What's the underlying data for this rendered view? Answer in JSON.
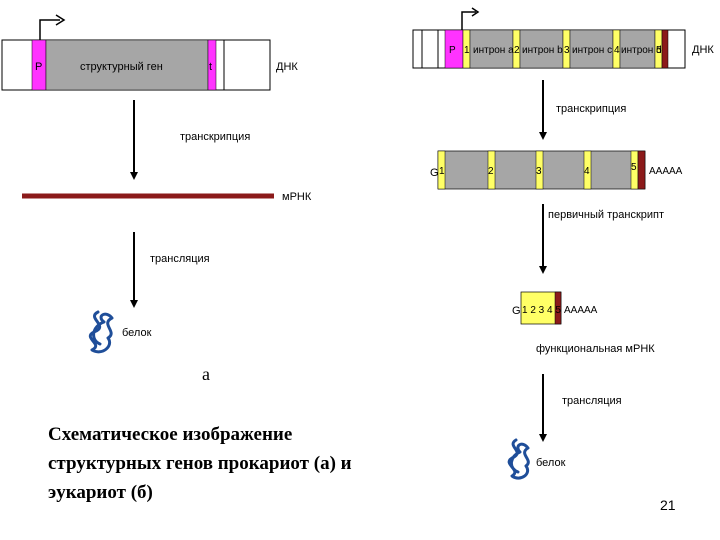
{
  "diagram": {
    "prokaryote": {
      "promoter": "P",
      "gene": "структурный ген",
      "terminator": "t",
      "dna": "ДНК",
      "transcription": "транскрипция",
      "mrna": "мРНК",
      "translation": "трансляция",
      "protein": "белок",
      "letter": "а"
    },
    "eukaryote": {
      "promoter": "P",
      "segments": [
        "1",
        "интрон а",
        "2",
        "интрон b",
        "3",
        "интрон с",
        "4",
        "интрон d",
        "5"
      ],
      "dna": "ДНК",
      "transcription": "транскрипция",
      "cap": "G",
      "exon_numbers": [
        "1",
        "2",
        "3",
        "4",
        "5"
      ],
      "polyA": "AAAAA",
      "primary": "первичный транскрипт",
      "mature_exons": "1 2 3 4 5",
      "functional": "функциональная мРНК",
      "translation": "трансляция",
      "protein": "белок"
    },
    "colors": {
      "gray": "#a6a6a6",
      "magenta": "#ff33ff",
      "yellow": "#ffff66",
      "darkred": "#8b1a1a",
      "protein": "#1f4e99"
    }
  },
  "caption": [
    "Схематическое изображение",
    "структурных генов прокариот (а) и",
    "эукариот (б)"
  ],
  "page_number": "21"
}
